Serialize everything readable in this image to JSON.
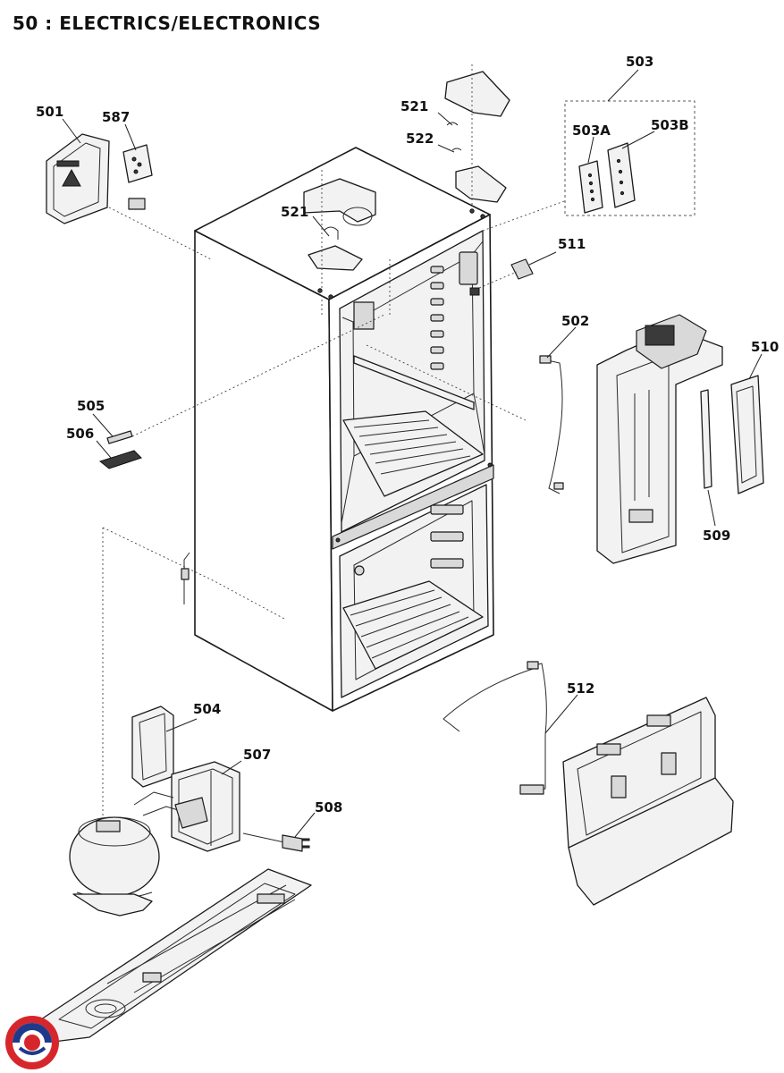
{
  "header": {
    "title": "50 : ELECTRICS/ELECTRONICS"
  },
  "parts": [
    {
      "id": "p501",
      "label": "501"
    },
    {
      "id": "p587",
      "label": "587"
    },
    {
      "id": "p521a",
      "label": "521"
    },
    {
      "id": "p522",
      "label": "522"
    },
    {
      "id": "p503",
      "label": "503"
    },
    {
      "id": "p503a",
      "label": "503A"
    },
    {
      "id": "p503b",
      "label": "503B"
    },
    {
      "id": "p521b",
      "label": "521"
    },
    {
      "id": "p511",
      "label": "511"
    },
    {
      "id": "p502",
      "label": "502"
    },
    {
      "id": "p510",
      "label": "510"
    },
    {
      "id": "p505",
      "label": "505"
    },
    {
      "id": "p506",
      "label": "506"
    },
    {
      "id": "p509",
      "label": "509"
    },
    {
      "id": "p504",
      "label": "504"
    },
    {
      "id": "p507",
      "label": "507"
    },
    {
      "id": "p512",
      "label": "512"
    },
    {
      "id": "p508",
      "label": "508"
    }
  ],
  "logo": {
    "name": "brand-logo",
    "colors": {
      "red": "#d7262b",
      "blue": "#1f3a8a"
    }
  }
}
